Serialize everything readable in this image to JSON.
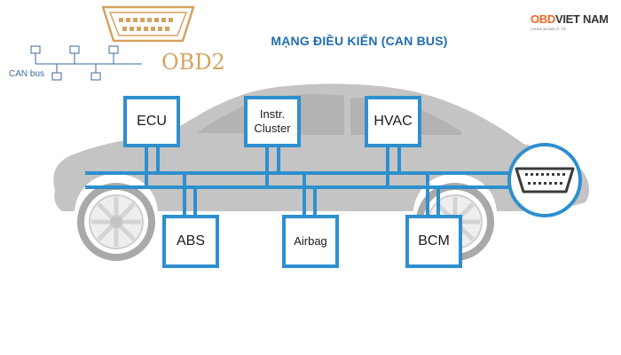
{
  "header": {
    "title": "MẠNG ĐIỀU KIỂN (CAN BUS)"
  },
  "brand": {
    "name_part1": "OBD",
    "name_part2": "VIET NAM",
    "tagline": "CHẨN ĐOÁN Ô TÔ"
  },
  "logo": {
    "canbus_label": "CAN bus",
    "obd2_label": "OBD2"
  },
  "modules": {
    "ecu": "ECU",
    "instr_cluster_line1": "Instr.",
    "instr_cluster_line2": "Cluster",
    "hvac": "HVAC",
    "abs": "ABS",
    "airbag": "Airbag",
    "bcm": "BCM"
  },
  "connector": {
    "icon": "obd2-port-icon"
  },
  "colors": {
    "bus_blue": "#2e8fcf",
    "title_blue": "#1f6db0",
    "car_gray": "#bdbdbd",
    "brand_orange": "#f26522",
    "obd2_gold": "#d6a260"
  }
}
